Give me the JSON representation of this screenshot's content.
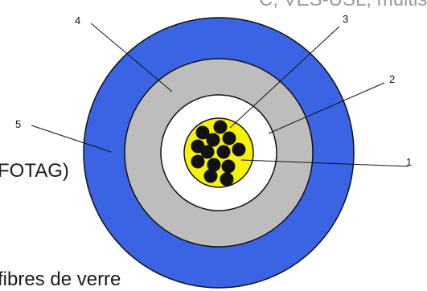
{
  "background_text": {
    "top": "C, VES-USL, multis",
    "middle": "FOTAG)",
    "bottom": "fibres de verre"
  },
  "callouts": [
    "1",
    "2",
    "3",
    "4",
    "5"
  ],
  "colors": {
    "outer_jacket": "#3a64e4",
    "armor_layer": "#bdbdbd",
    "buffer_layer": "#ffffff",
    "core_gel": "#f7f20c",
    "fibers": "#111111",
    "outline": "#111111"
  },
  "fiber_count": 13
}
